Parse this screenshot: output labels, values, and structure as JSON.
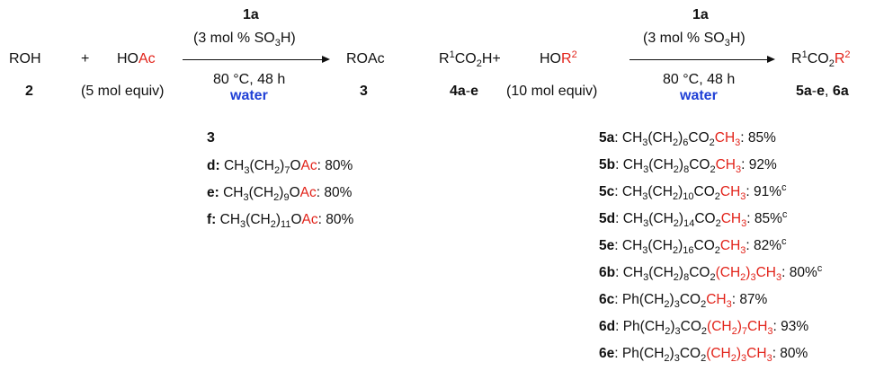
{
  "left_scheme": {
    "reactant1": "ROH",
    "reactant1_num": "2",
    "plus": "+",
    "reactant2_prefix": "HO",
    "reactant2_red": "Ac",
    "reactant2_equiv": "(5 mol equiv)",
    "cat_label": "1a",
    "cat_loading_prefix": "(3 mol % SO",
    "cat_loading_sub": "3",
    "cat_loading_suffix": "H)",
    "conditions": "80 °C, 48 h",
    "solvent": "water",
    "product": "ROAc",
    "product_num": "3"
  },
  "right_scheme": {
    "r1_sup": "1",
    "r1_co": "CO",
    "r1_sub": "2",
    "r1_suffix": "H+",
    "reactant2_prefix": "HO",
    "reactant2_red": "R",
    "reactant2_sup": "2",
    "reactant1_num_a": "4a",
    "reactant1_num_dash": "-",
    "reactant1_num_b": "e",
    "reactant2_equiv": "(10 mol equiv)",
    "cat_label": "1a",
    "cat_loading_prefix": "(3 mol % SO",
    "cat_loading_sub": "3",
    "cat_loading_suffix": "H)",
    "conditions": "80 °C, 48 h",
    "solvent": "water",
    "product_sup": "1",
    "product_co": "CO",
    "product_sub": "2",
    "product_red": "R",
    "product_red_sup": "2",
    "product_num_a": "5a",
    "product_num_dash": "-",
    "product_num_b": "e",
    "product_num_sep": ", ",
    "product_num_c": "6a"
  },
  "left_list": {
    "header": "3",
    "items": [
      {
        "label": "d",
        "p": "CH",
        "s1": "3",
        "m": "(CH",
        "s2": "2",
        "c": ")",
        "s3": "7",
        "o": "O",
        "red": "Ac",
        "val": ": 80%"
      },
      {
        "label": "e",
        "p": "CH",
        "s1": "3",
        "m": "(CH",
        "s2": "2",
        "c": ")",
        "s3": "9",
        "o": "O",
        "red": "Ac",
        "val": ": 80%"
      },
      {
        "label": "f",
        "p": "CH",
        "s1": "3",
        "m": "(CH",
        "s2": "2",
        "c": ")",
        "s3": "11",
        "o": "O",
        "red": "Ac",
        "val": ": 80%"
      }
    ]
  },
  "right_list": {
    "items": [
      {
        "label": "5a",
        "body": "CH3(CH2)6CO2",
        "red": "CH3",
        "val": ": 85%",
        "sup": ""
      },
      {
        "label": "5b",
        "body": "CH3(CH2)8CO2",
        "red": "CH3",
        "val": ": 92%",
        "sup": ""
      },
      {
        "label": "5c",
        "body": "CH3(CH2)10CO2",
        "red": "CH3",
        "val": ": 91%",
        "sup": "c"
      },
      {
        "label": "5d",
        "body": "CH3(CH2)14CO2",
        "red": "CH3",
        "val": ": 85%",
        "sup": "c"
      },
      {
        "label": "5e",
        "body": "CH3(CH2)16CO2",
        "red": "CH3",
        "val": ": 82%",
        "sup": "c"
      },
      {
        "label": "6b",
        "body": "CH3(CH2)8CO2",
        "red": "(CH2)3CH3",
        "val": ": 80%",
        "sup": "c"
      },
      {
        "label": "6c",
        "body": "Ph(CH2)3CO2",
        "red": "CH3",
        "val": ": 87%",
        "sup": ""
      },
      {
        "label": "6d",
        "body": "Ph(CH2)3CO2",
        "red": "(CH2)7CH3",
        "val": ": 93%",
        "sup": ""
      },
      {
        "label": "6e",
        "body": "Ph(CH2)3CO2",
        "red": "(CH2)3CH3",
        "val": ": 80%",
        "sup": ""
      }
    ]
  }
}
